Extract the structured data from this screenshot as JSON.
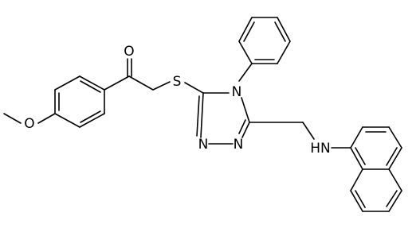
{
  "molecule": {
    "atom_labels": {
      "methoxy_o": "O",
      "carbonyl_o": "O",
      "thioether_s": "S",
      "triazole_n_phenyl": "N",
      "triazole_n_left": "N",
      "triazole_n_bottom": "N",
      "amine_nh": "HN"
    }
  },
  "colors": {
    "bond": "#000000",
    "background": "#ffffff",
    "label": "#000000"
  }
}
